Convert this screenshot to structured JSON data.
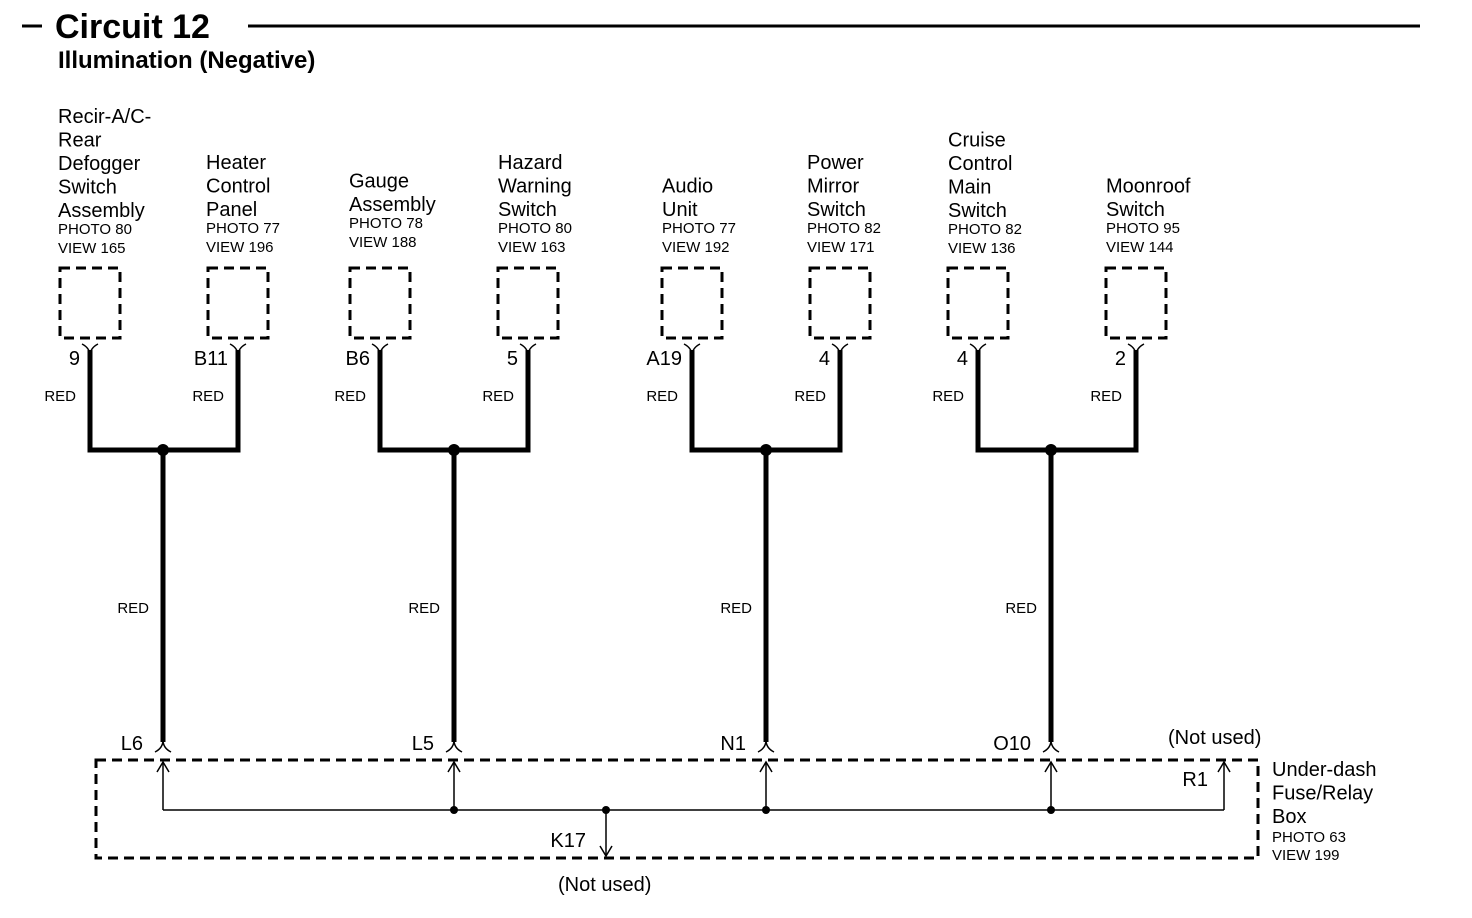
{
  "header": {
    "title": "Circuit 12",
    "subtitle": "Illumination (Negative)"
  },
  "components": [
    {
      "name_lines": [
        "Recir-A/C-",
        "Rear",
        "Defogger",
        "Switch",
        "Assembly"
      ],
      "photo": "PHOTO 80",
      "view": "VIEW 165",
      "pin": "9",
      "wire": "RED"
    },
    {
      "name_lines": [
        "Heater",
        "Control",
        "Panel"
      ],
      "photo": "PHOTO 77",
      "view": "VIEW 196",
      "pin": "B11",
      "wire": "RED"
    },
    {
      "name_lines": [
        "Gauge",
        "Assembly"
      ],
      "photo": "PHOTO 78",
      "view": "VIEW 188",
      "pin": "B6",
      "wire": "RED"
    },
    {
      "name_lines": [
        "Hazard",
        "Warning",
        "Switch"
      ],
      "photo": "PHOTO 80",
      "view": "VIEW 163",
      "pin": "5",
      "wire": "RED"
    },
    {
      "name_lines": [
        "Audio",
        "Unit"
      ],
      "photo": "PHOTO 77",
      "view": "VIEW 192",
      "pin": "A19",
      "wire": "RED"
    },
    {
      "name_lines": [
        "Power",
        "Mirror",
        "Switch"
      ],
      "photo": "PHOTO 82",
      "view": "VIEW 171",
      "pin": "4",
      "wire": "RED"
    },
    {
      "name_lines": [
        "Cruise",
        "Control",
        "Main",
        "Switch"
      ],
      "photo": "PHOTO 82",
      "view": "VIEW 136",
      "pin": "4",
      "wire": "RED"
    },
    {
      "name_lines": [
        "Moonroof",
        "Switch"
      ],
      "photo": "PHOTO 95",
      "view": "VIEW 144",
      "pin": "2",
      "wire": "RED"
    }
  ],
  "trunks": [
    {
      "wire": "RED",
      "terminal": "L6"
    },
    {
      "wire": "RED",
      "terminal": "L5"
    },
    {
      "wire": "RED",
      "terminal": "N1"
    },
    {
      "wire": "RED",
      "terminal": "O10"
    }
  ],
  "fuse_box": {
    "name_lines": [
      "Under-dash",
      "Fuse/Relay",
      "Box"
    ],
    "photo": "PHOTO 63",
    "view": "VIEW 199",
    "extra_terminals": [
      {
        "terminal": "R1",
        "note": "(Not used)"
      },
      {
        "terminal": "K17",
        "note": "(Not used)"
      }
    ]
  }
}
